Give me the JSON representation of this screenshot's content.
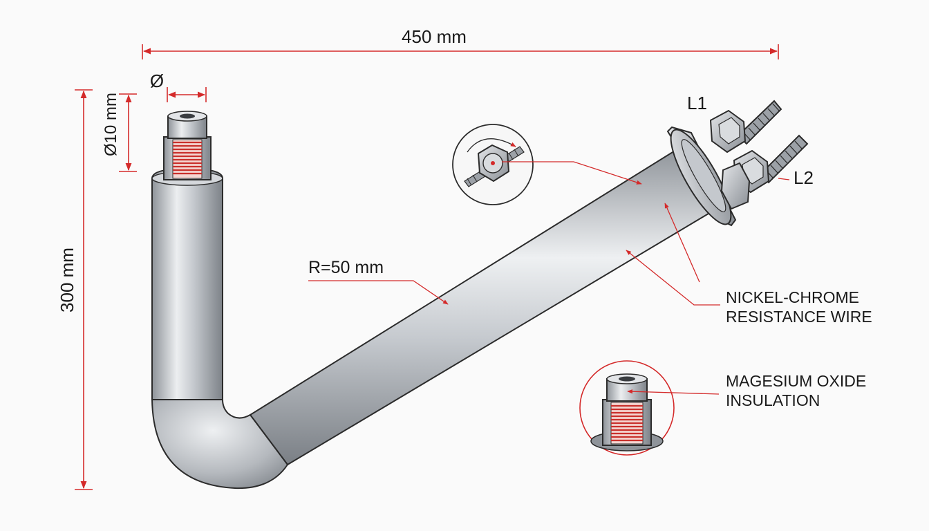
{
  "labels": {
    "width": "450 mm",
    "height": "300 mm",
    "diameter_symbol": "Ø",
    "diameter": "Ø10 mm",
    "radius": "R=50 mm",
    "terminal1": "L1",
    "terminal2": "L2",
    "wire_line1": "NICKEL-CHROME",
    "wire_line2": "RESISTANCE WIRE",
    "insulation_line1": "MAGESIUM OXIDE",
    "insulation_line2": "INSULATION"
  },
  "colors": {
    "dimension": "#d42a2a",
    "coil": "#c9302c",
    "steel": "#b8bcc2",
    "outline": "#2b2b2b"
  }
}
